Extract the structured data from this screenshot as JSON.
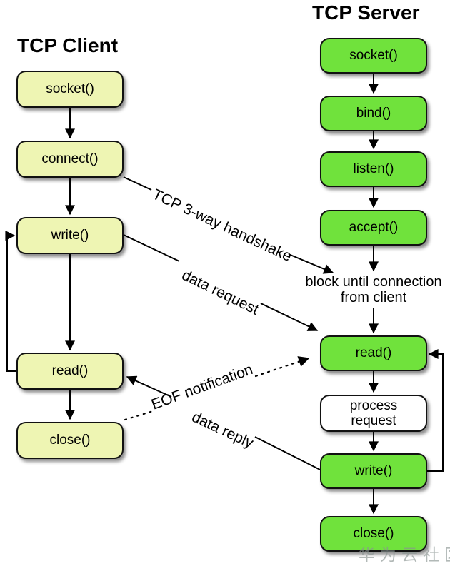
{
  "client": {
    "title": "TCP Client",
    "steps": [
      "socket()",
      "connect()",
      "write()",
      "read()",
      "close()"
    ]
  },
  "server": {
    "title": "TCP Server",
    "steps": [
      "socket()",
      "bind()",
      "listen()",
      "accept()",
      "read()",
      "process request",
      "write()",
      "close()"
    ]
  },
  "annotations": {
    "handshake": "TCP 3-way handshake",
    "data_request": "data request",
    "data_reply": "data reply",
    "eof": "EOF notification",
    "block_line1": "block until connection",
    "block_line2": "from client"
  },
  "watermark": "华为云社区",
  "colors": {
    "client_box": "#eef5b3",
    "server_box": "#70e23c",
    "process_box": "#ffffff",
    "line": "#000000",
    "watermark": "#8a9492"
  }
}
